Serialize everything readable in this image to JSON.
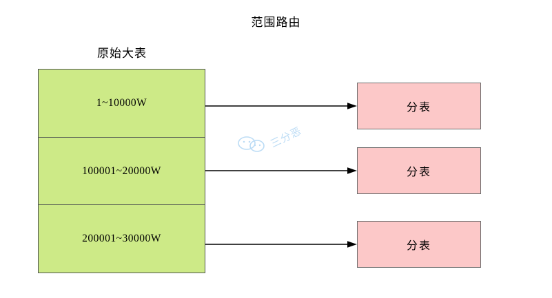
{
  "diagram": {
    "title": "范围路由",
    "type": "sharding-range-routing",
    "source_table": {
      "label": "原始大表",
      "fill_color": "#cdea87",
      "border_color": "#4d5250",
      "rows": [
        {
          "range": "1~10000W"
        },
        {
          "range": "100001~20000W"
        },
        {
          "range": "200001~30000W"
        }
      ]
    },
    "shards": [
      {
        "label": "分表"
      },
      {
        "label": "分表"
      },
      {
        "label": "分表"
      }
    ],
    "shard_style": {
      "fill_color": "#fcc8c8",
      "border_color": "#6b6b6b"
    },
    "arrows": [
      {
        "from": "1~10000W",
        "to": "分表"
      },
      {
        "from": "100001~20000W",
        "to": "分表"
      },
      {
        "from": "200001~30000W",
        "to": "分表"
      }
    ],
    "arrow_color": "#000000",
    "watermark": {
      "text": "三分恶",
      "color": "#bcdcf5"
    },
    "background_color": "#ffffff"
  }
}
